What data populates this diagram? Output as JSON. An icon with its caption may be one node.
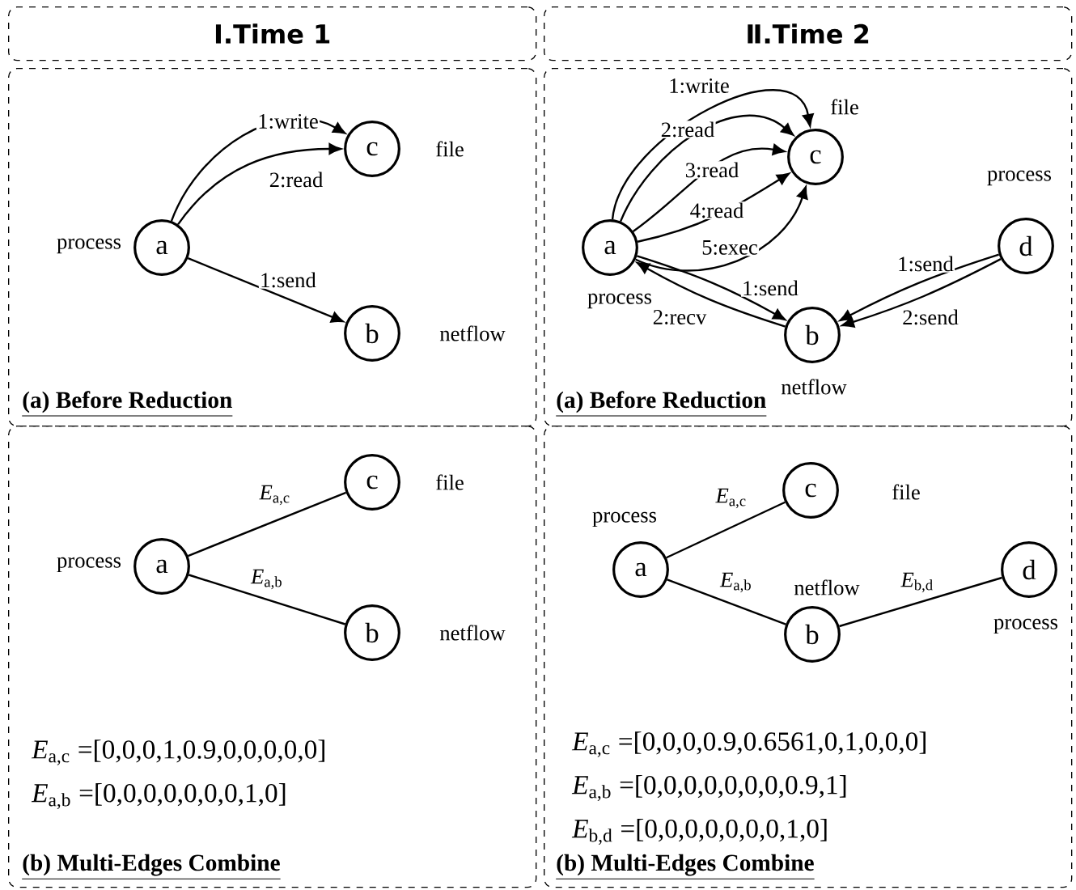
{
  "diagram": {
    "nodes": [
      {
        "text": [
          "Ⅰ.Time 1"
        ]
      },
      {
        "text": [
          "Ⅱ.Time 2"
        ]
      },
      {
        "text": [
          "(a) Before Reduction"
        ]
      },
      {
        "text": [
          "(a) Before Reduction"
        ]
      },
      {
        "text": [
          "(b) Multi-Edges Combine"
        ]
      },
      {
        "text": [
          "(b) Multi-Edges Combine"
        ]
      },
      {
        "text": [
          "a"
        ],
        "in": 2,
        "beside": [
          "process"
        ]
      },
      {
        "text": [
          "c"
        ],
        "in": 2,
        "beside": [
          "file"
        ]
      },
      {
        "text": [
          "b"
        ],
        "in": 2,
        "beside": [
          "netflow"
        ]
      },
      {
        "text": [
          "a"
        ],
        "in": 3,
        "beside": [
          "process"
        ]
      },
      {
        "text": [
          "c"
        ],
        "in": 3,
        "beside": [
          "file"
        ]
      },
      {
        "text": [
          "b"
        ],
        "in": 3,
        "beside": [
          "netflow"
        ]
      },
      {
        "text": [
          "d"
        ],
        "in": 3,
        "beside": [
          "process"
        ]
      },
      {
        "text": [
          "a"
        ],
        "in": 4,
        "beside": [
          "process"
        ]
      },
      {
        "text": [
          "c"
        ],
        "in": 4,
        "beside": [
          "file"
        ]
      },
      {
        "text": [
          "b"
        ],
        "in": 4,
        "beside": [
          "netflow"
        ]
      },
      {
        "text": [
          "a"
        ],
        "in": 5,
        "beside": [
          "process"
        ]
      },
      {
        "text": [
          "c"
        ],
        "in": 5,
        "beside": [
          "file"
        ]
      },
      {
        "text": [
          "b"
        ],
        "in": 5,
        "beside": [
          "netflow"
        ]
      },
      {
        "text": [
          "d"
        ],
        "in": 5,
        "beside": [
          "process"
        ]
      }
    ],
    "edges": [
      {
        "from": 6,
        "to": 7,
        "arrow": "to",
        "label": "1:write"
      },
      {
        "from": 6,
        "to": 7,
        "arrow": "to",
        "label": "2:read"
      },
      {
        "from": 6,
        "to": 8,
        "arrow": "to",
        "label": "1:send"
      },
      {
        "from": 9,
        "to": 10,
        "arrow": "to",
        "label": "1:write"
      },
      {
        "from": 9,
        "to": 10,
        "arrow": "to",
        "label": "2:read"
      },
      {
        "from": 9,
        "to": 10,
        "arrow": "to",
        "label": "3:read"
      },
      {
        "from": 9,
        "to": 10,
        "arrow": "to",
        "label": "4:read"
      },
      {
        "from": 9,
        "to": 10,
        "arrow": "to",
        "label": "5:exec"
      },
      {
        "from": 9,
        "to": 11,
        "arrow": "to",
        "label": "1:send"
      },
      {
        "from": 11,
        "to": 9,
        "arrow": "to",
        "label": "2:recv"
      },
      {
        "from": 12,
        "to": 11,
        "arrow": "to",
        "label": "1:send"
      },
      {
        "from": 12,
        "to": 11,
        "arrow": "to",
        "label": "2:send"
      },
      {
        "from": 13,
        "to": 14,
        "arrow": "none",
        "label": "*E*$_{a,c}$"
      },
      {
        "from": 13,
        "to": 15,
        "arrow": "none",
        "label": "*E*$_{a,b}$"
      },
      {
        "from": 16,
        "to": 17,
        "arrow": "none",
        "label": "*E*$_{a,c}$"
      },
      {
        "from": 16,
        "to": 18,
        "arrow": "none",
        "label": "*E*$_{a,b}$"
      },
      {
        "from": 18,
        "to": 19,
        "arrow": "none",
        "label": "*E*$_{b,d}$"
      }
    ],
    "labels": [
      "*E*$_{a,c}$ =[0,0,0,1,0.9,0,0,0,0,0]",
      "*E*$_{a,b}$ =[0,0,0,0,0,0,0,1,0]",
      "*E*$_{a,c}$ =[0,0,0,0.9,0.6561,0,1,0,0,0]",
      "*E*$_{a,b}$ =[0,0,0,0,0,0,0,0.9,1]",
      "*E*$_{b,d}$ =[0,0,0,0,0,0,0,1,0]"
    ]
  }
}
